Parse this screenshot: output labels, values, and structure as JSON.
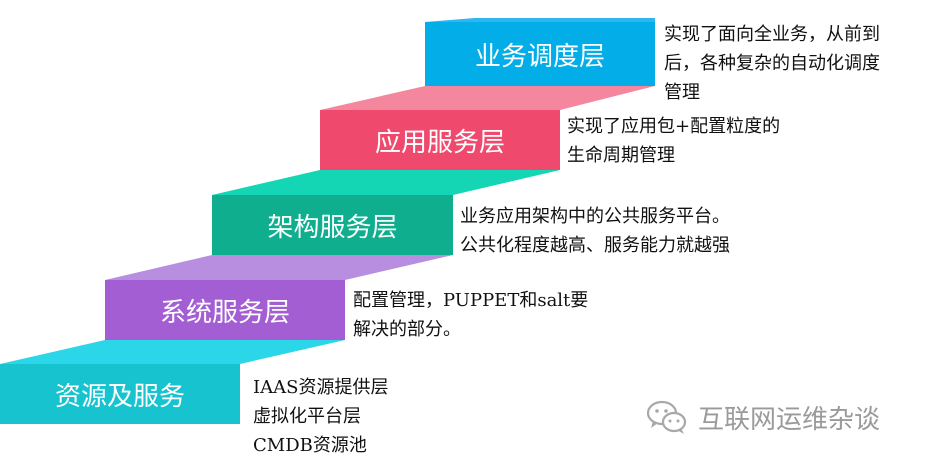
{
  "steps": [
    {
      "label": "业务调度层",
      "color": "#03AEE8",
      "riser_color": "#F4879E",
      "desc": [
        "实现了面向全业务，从前到",
        "后，各种复杂的自动化调度",
        "管理"
      ]
    },
    {
      "label": "应用服务层",
      "color": "#EF4A6E",
      "riser_color": "#14D6B4",
      "desc": [
        "实现了应用包+配置粒度的",
        "生命周期管理"
      ]
    },
    {
      "label": "架构服务层",
      "color": "#0FAE8E",
      "riser_color": "#B88EE0",
      "desc": [
        "业务应用架构中的公共服务平台。",
        "公共化程度越高、服务能力就越强"
      ]
    },
    {
      "label": "系统服务层",
      "color": "#A45ED4",
      "riser_color": "#2BD6E8",
      "desc": [
        "配置管理，PUPPET和salt要",
        "解决的部分。"
      ]
    },
    {
      "label": "资源及服务",
      "color": "#16C3CF",
      "riser_color": "",
      "desc": [
        "IAAS资源提供层",
        "虚拟化平台层",
        "CMDB资源池"
      ]
    }
  ],
  "top_riser_color": "#2DB6F0",
  "watermark": {
    "text": "互联网运维杂谈",
    "icon": "wechat-icon",
    "color": "#9a9a9a"
  }
}
